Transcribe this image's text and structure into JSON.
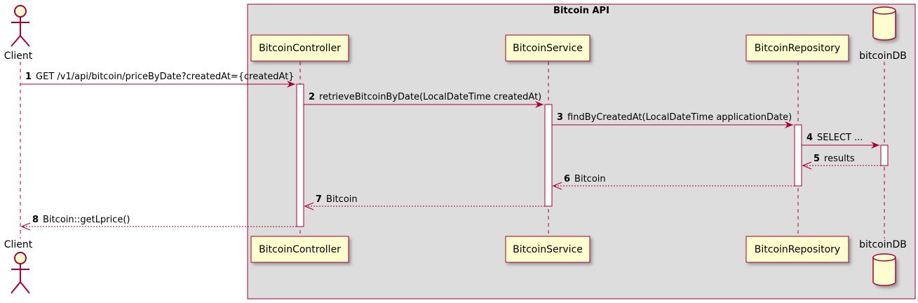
{
  "group": {
    "title": "Bitcoin API"
  },
  "participants": [
    {
      "id": "client",
      "label": "Client",
      "kind": "actor"
    },
    {
      "id": "controller",
      "label": "BitcoinController",
      "kind": "participant"
    },
    {
      "id": "service",
      "label": "BitcoinService",
      "kind": "participant"
    },
    {
      "id": "repository",
      "label": "BitcoinRepository",
      "kind": "participant"
    },
    {
      "id": "db",
      "label": "bitcoinDB",
      "kind": "database"
    }
  ],
  "messages": [
    {
      "num": "1",
      "text": "GET /v1/api/bitcoin/priceByDate?createdAt={createdAt}",
      "from": "client",
      "to": "controller",
      "style": "solid"
    },
    {
      "num": "2",
      "text": "retrieveBitcoinByDate(LocalDateTime createdAt)",
      "from": "controller",
      "to": "service",
      "style": "solid"
    },
    {
      "num": "3",
      "text": "findByCreatedAt(LocalDateTime applicationDate)",
      "from": "service",
      "to": "repository",
      "style": "solid"
    },
    {
      "num": "4",
      "text": "SELECT ...",
      "from": "repository",
      "to": "db",
      "style": "solid"
    },
    {
      "num": "5",
      "text": "results",
      "from": "db",
      "to": "repository",
      "style": "dashed"
    },
    {
      "num": "6",
      "text": "Bitcoin",
      "from": "repository",
      "to": "service",
      "style": "dashed"
    },
    {
      "num": "7",
      "text": "Bitcoin",
      "from": "service",
      "to": "controller",
      "style": "dashed"
    },
    {
      "num": "8",
      "text": "Bitcoin::getLprice()",
      "from": "controller",
      "to": "client",
      "style": "dashed"
    }
  ],
  "colors": {
    "line": "#A80036",
    "participant_fill": "#FEFECE",
    "group_fill": "#DDDDDD",
    "activation_fill": "#FFFFFF"
  }
}
